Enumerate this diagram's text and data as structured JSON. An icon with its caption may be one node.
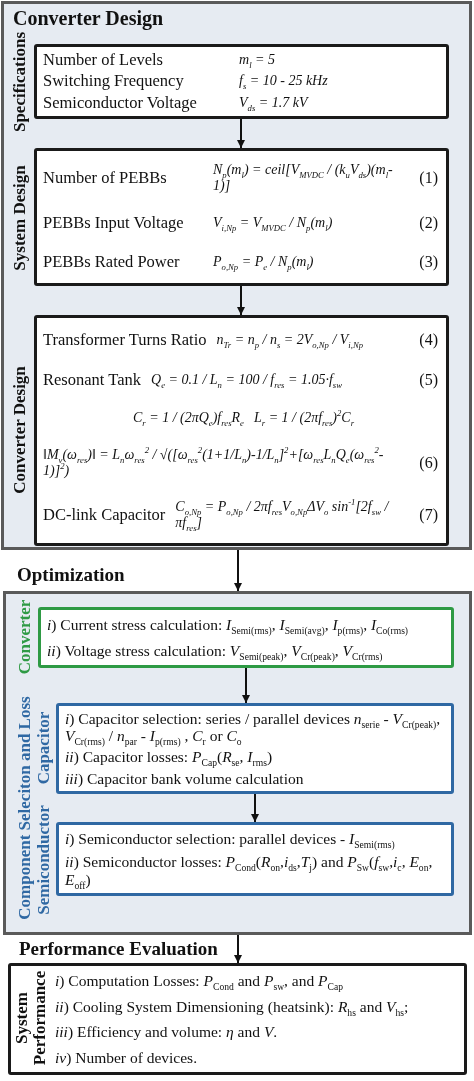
{
  "diagram": {
    "nodes": [
      {
        "text": [
          "Converter Design"
        ]
      },
      {
        "text": [
          "Specifications",
          "Number of Levels",
          "m$_{l}$ = 5",
          "Switching Frequency",
          "f$_{s}$ = 10 - 25 kHz",
          "Semiconductor Voltage",
          "V$_{ds}$ = 1.7 kV"
        ],
        "in": 0
      },
      {
        "text": [
          "System Design",
          "Number of PEBBs",
          "N$_{p}$(m$_{l}$) = ceil[V$_{MVDC}$ / (k$_{u}$V$_{ds}$)(m$_{l}$-1)]",
          "(1)",
          "PEBBs Input Voltage",
          "V$_{i,Np}$ = V$_{MVDC}$ / N$_{p}$(m$_{l}$)",
          "(2)",
          "PEBBs Rated Power",
          "P$_{o,Np}$ = P$_{e}$ / N$_{p}$(m$_{l}$)",
          "(3)"
        ],
        "in": 0
      },
      {
        "text": [
          "Converter Design",
          "Transformer Turns Ratio",
          "n$_{Tr}$ = n$_{p}$ / n$_{s}$ = 2V$_{o,Np}$ / V$_{i,Np}$",
          "(4)",
          "Resonant Tank",
          "Q$_{e}$ = 0.1 / L$_{n}$ = 100 / f$_{res}$ = 1.05·f$_{sw}$",
          "(5)",
          "C$_{r}$ = 1 / (2πQ$_{e}$)f$_{res}$R$_{e}$",
          "L$_{r}$ = 1 / (2πf$_{res}$)$^{2}$C$_{r}$",
          "‖M$_{v}$(ω$_{res}$)‖ = L$_{n}$ω$_{res}$$^{2}$ / √([ω$_{res}$$^{2}$(1+1/L$_{n}$)-1/L$_{n}$]$^{2}$+[ω$_{res}$L$_{n}$Q$_{e}$(ω$_{res}$$^{2}$-1)]$^{2}$)",
          "(6)",
          "DC-link Capacitor",
          "C$_{o,Np}$ = P$_{o,Np}$ / 2πf$_{res}$V$_{o,Np}$ΔV$_{o}$ sin$^{-1}$[2f$_{sw}$ / πf$_{res}$]",
          "(7)"
        ],
        "in": 0
      },
      {
        "text": [
          "Optimization",
          "Component Seleciton and Loss"
        ]
      },
      {
        "text": [
          "Converter",
          "*i*) Current stress calculation: *I*$_{Semi(rms)}$, *I*$_{Semi(avg)}$, *I*$_{p(rms)}$, *I*$_{Co(rms)}$",
          "*ii*) Voltage stress calculation: *V*$_{Semi(peak)}$, *V*$_{Cr(peak)}$, *V*$_{Cr(rms)}$"
        ],
        "in": 4
      },
      {
        "text": [
          "Capacitor",
          "*i*) Capacitor selection: series / parallel devices *n*$_{serie}$ - *V*$_{Cr(peak)}$, *V*$_{Cr(rms)}$ / *n*$_{par}$ - *I*$_{p(rms)}$ , *C*$_{r}$ or *C*$_{o}$",
          "*ii*) Capacitor losses: *P*$_{Cap}$(*R*$_{se}$, *I*$_{rms}$)",
          "*iii*) Capacitor bank volume calculation"
        ],
        "in": 4
      },
      {
        "text": [
          "Semiconductor",
          "*i*) Semiconductor selection: parallel devices - *I*$_{Semi(rms)}$",
          "*ii*) Semiconductor losses: *P*$_{Cond}$(*R*$_{on}$,*i*$_{ds}$,*T*$_{j}$) and *P*$_{Sw}$(*f*$_{sw}$,*i*$_{c}$, *E*$_{on}$, *E*$_{off}$)"
        ],
        "in": 4
      },
      {
        "text": [
          "Performance Evaluation",
          "System Performance",
          "*i*) Computation Losses: *P*$_{Cond}$ and *P*$_{sw}$, and *P*$_{Cap}$",
          "*ii*) Cooling System Dimensioning (heatsink): *R*$_{hs}$ and *V*$_{hs}$;",
          "*iii*) Efficiency and volume: *η* and *V*.",
          "*iv*) Number of devices."
        ]
      }
    ],
    "edges": [
      {
        "from": 1,
        "to": 2,
        "arrow": "to"
      },
      {
        "from": 2,
        "to": 3,
        "arrow": "to"
      },
      {
        "from": 0,
        "to": 4,
        "arrow": "to"
      },
      {
        "from": 5,
        "to": 6,
        "arrow": "to"
      },
      {
        "from": 6,
        "to": 7,
        "arrow": "to"
      },
      {
        "from": 4,
        "to": 8,
        "arrow": "to"
      }
    ]
  }
}
